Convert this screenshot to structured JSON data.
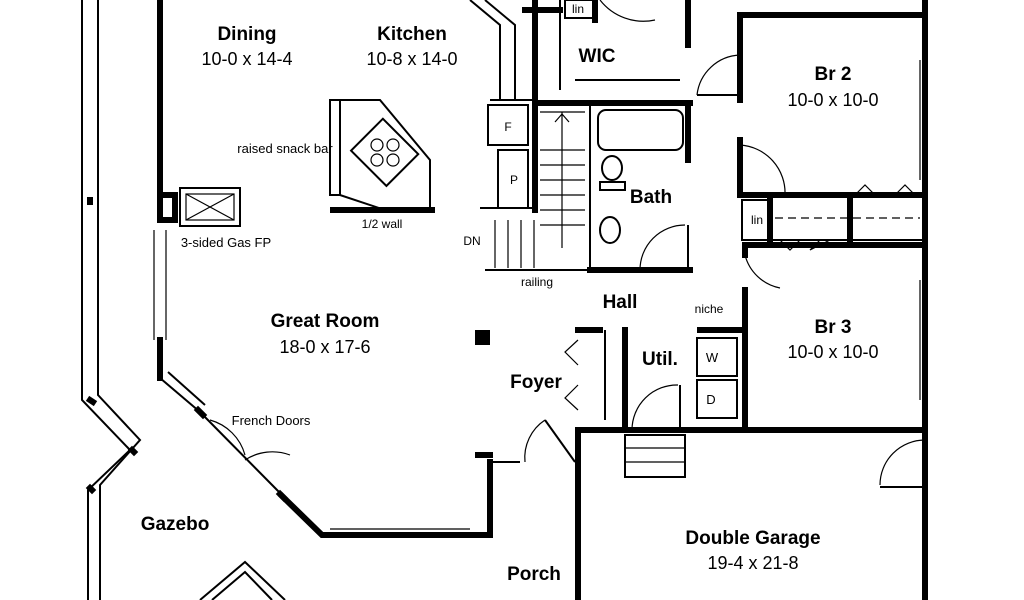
{
  "rooms": {
    "dining": {
      "name": "Dining",
      "size": "10-0 x 14-4"
    },
    "kitchen": {
      "name": "Kitchen",
      "size": "10-8 x 14-0"
    },
    "wic": {
      "name": "WIC"
    },
    "br2": {
      "name": "Br 2",
      "size": "10-0 x 10-0"
    },
    "bath": {
      "name": "Bath"
    },
    "great_room": {
      "name": "Great Room",
      "size": "18-0 x 17-6"
    },
    "hall": {
      "name": "Hall"
    },
    "br3": {
      "name": "Br 3",
      "size": "10-0 x 10-0"
    },
    "util": {
      "name": "Util."
    },
    "foyer": {
      "name": "Foyer"
    },
    "gazebo": {
      "name": "Gazebo"
    },
    "garage": {
      "name": "Double Garage",
      "size": "19-4 x 21-8"
    },
    "porch": {
      "name": "Porch"
    }
  },
  "labels": {
    "lin_top": "lin",
    "lin_hall": "lin",
    "raised_snack_bar": "raised snack bar",
    "half_wall": "1/2 wall",
    "fireplace": "3-sided Gas FP",
    "fridge": "F",
    "pantry": "P",
    "down": "DN",
    "railing": "railing",
    "niche": "niche",
    "washer": "W",
    "dryer": "D",
    "french_doors": "French Doors"
  }
}
